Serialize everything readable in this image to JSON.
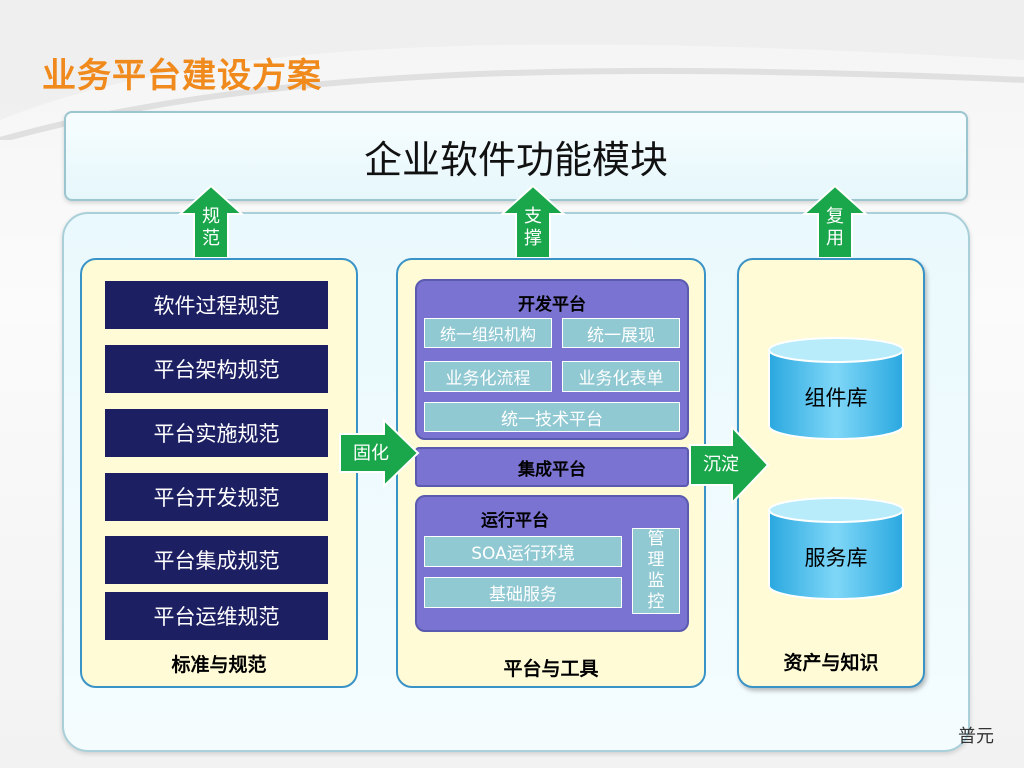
{
  "title": "业务平台建设方案",
  "top_module": "企业软件功能模块",
  "up_arrows": [
    {
      "label": "规范",
      "chars": [
        "规",
        "范"
      ]
    },
    {
      "label": "支撑",
      "chars": [
        "支",
        "撑"
      ]
    },
    {
      "label": "复用",
      "chars": [
        "复",
        "用"
      ]
    }
  ],
  "left_column": {
    "label": "标准与规范",
    "items": [
      "软件过程规范",
      "平台架构规范",
      "平台实施规范",
      "平台开发规范",
      "平台集成规范",
      "平台运维规范"
    ]
  },
  "middle_column": {
    "label": "平台与工具",
    "dev_platform": {
      "title": "开发平台",
      "items": [
        "统一组织机构",
        "统一展现",
        "业务化流程",
        "业务化表单",
        "统一技术平台"
      ]
    },
    "integration_platform": "集成平台",
    "runtime_platform": {
      "title": "运行平台",
      "items": [
        "SOA运行环境",
        "基础服务"
      ],
      "side": "管理监控",
      "side_chars": [
        "管",
        "理",
        "监",
        "控"
      ]
    }
  },
  "right_column": {
    "label": "资产与知识",
    "repos": [
      "组件库",
      "服务库"
    ]
  },
  "side_arrows": {
    "left": "固化",
    "right": "沉淀"
  },
  "watermark": "普元",
  "colors": {
    "title": "#f08a1c",
    "arrow": "#1aa64a",
    "standard_box": "#1d1f63",
    "panel": "#7a73d1",
    "chip": "#91c9d3",
    "cylinder": "#35b4e6"
  }
}
